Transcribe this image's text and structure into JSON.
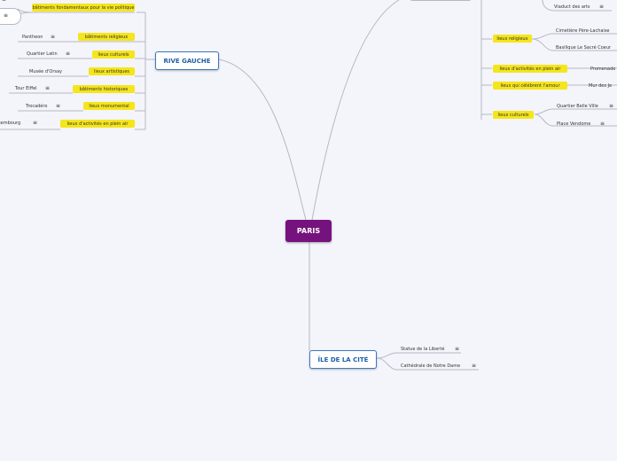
{
  "root": "PARIS",
  "rive_gauche": {
    "title": "RIVE GAUCHE",
    "top_item": "bâtiments fondamentaux pour la vie politique",
    "categories": [
      "bâtiments  religieux",
      "lieux culturels",
      "lieux artistiques",
      "bâtiments  historiques",
      "lieux monumental",
      "lieux d'activités en plein air"
    ],
    "leaves": [
      "Pantheon",
      "Quartier Latin",
      "Musée d'Orsay",
      "Tour Eiffel",
      "Trocadéro",
      "Luxembourg"
    ]
  },
  "rive_droite": {
    "categories": [
      "lieux religieux",
      "lieux d'activités en plein air",
      "lieux qui célébrent l'amour",
      "lieux culturels"
    ],
    "leaves": [
      "Viaduct des arts",
      "Cimetière Père-Lachaise",
      "Basilique Le Sacré Coeur",
      "Promenade",
      "Mur des Je",
      "Quartier Belle Ville",
      "Place Vendome"
    ]
  },
  "ile_de_la_cite": {
    "title": "ÎLE DE LA CITÉ",
    "leaves": [
      "Statue de la Liberté",
      "Cathédrale de Notre Dame"
    ]
  },
  "icons": {
    "note": "notes-icon",
    "symbol": "≡"
  }
}
